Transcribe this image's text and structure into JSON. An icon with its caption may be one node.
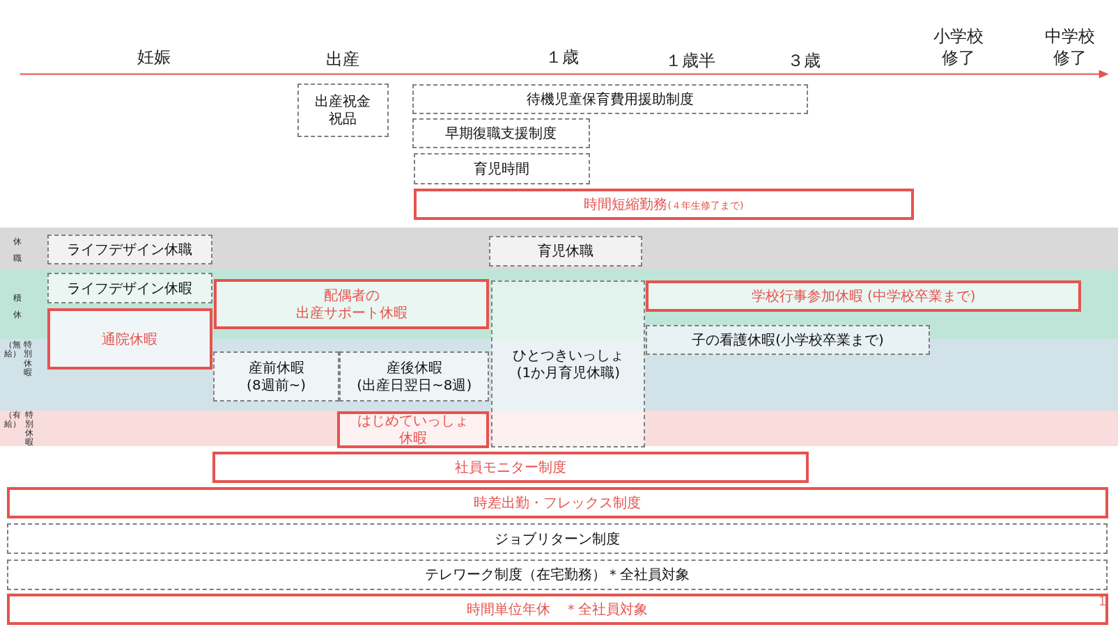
{
  "diagram": {
    "nodes": [
      {
        "text": [
          "出産祝金祝品"
        ]
      },
      {
        "text": [
          "待機児童保育費用援助制度"
        ]
      },
      {
        "text": [
          "早期復職支援制度"
        ]
      },
      {
        "text": [
          "育児時間"
        ]
      },
      {
        "text": [
          "時間短縮勤務",
          "(４年生修了まで)"
        ]
      },
      {
        "text": [
          "ライフデザイン休職"
        ]
      },
      {
        "text": [
          "育児休職"
        ]
      },
      {
        "text": [
          "ライフデザイン休暇"
        ]
      },
      {
        "text": [
          "配偶者の出産サポート休暇"
        ]
      },
      {
        "text": [
          "学校行事参加休暇 (中学校卒業まで)"
        ]
      },
      {
        "text": [
          "通院休暇"
        ]
      },
      {
        "text": [
          "ひとつきいっしょ(1か月育児休職)"
        ]
      },
      {
        "text": [
          "子の看護休暇(小学校卒業まで)"
        ]
      },
      {
        "text": [
          "産前休暇(8週前~)"
        ]
      },
      {
        "text": [
          "産後休暇(出産日翌日~8週)"
        ]
      },
      {
        "text": [
          "はじめていっしょ休暇"
        ]
      },
      {
        "text": [
          "社員モニター制度"
        ]
      },
      {
        "text": [
          "時差出勤・フレックス制度"
        ]
      },
      {
        "text": [
          "ジョブリターン制度"
        ]
      },
      {
        "text": [
          "テレワーク制度（在宅勤務）＊全社員対象"
        ]
      },
      {
        "text": [
          "時間単位年休　＊全社員対象"
        ]
      }
    ],
    "labels": [
      "妊娠",
      "出産",
      "１歳",
      "１歳半",
      "３歳",
      "小学校修了",
      "中学校修了",
      "休職",
      "積休",
      "（無給）",
      "特別休暇",
      "（有給）",
      "特別休暇",
      "1"
    ]
  }
}
